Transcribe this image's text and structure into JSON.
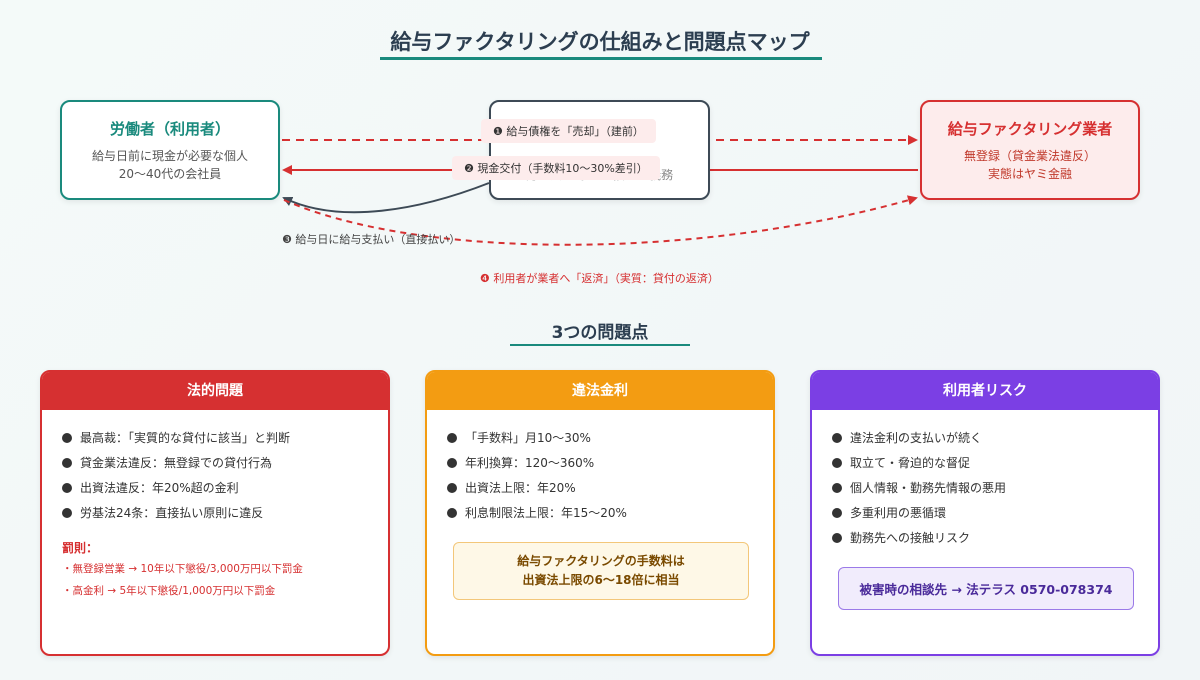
{
  "title": "給与ファクタリングの仕組みと問題点マップ",
  "flow": {
    "worker": {
      "title": "労働者（利用者）",
      "sub1": "給与日前に現金が必要な個人",
      "sub2": "20〜40代の会社員"
    },
    "company": {
      "sub": "労基法24条・直接払い義務"
    },
    "factor": {
      "title": "給与ファクタリング業者",
      "sub1": "無登録（貸金業法違反）",
      "sub2": "実態はヤミ金融"
    },
    "labels": {
      "step1": "❶ 給与債権を「売却」（建前）",
      "step2": "❷ 現金交付（手数料10〜30%差引）",
      "step3": "❸ 給与日に給与支払い（直接払い）",
      "step4": "❹ 利用者が業者へ「返済」（実質：貸付の返済）"
    },
    "colors": {
      "worker": "#1a8a7d",
      "company": "#3d4a56",
      "factor": "#d63031"
    }
  },
  "section_title": "3つの問題点",
  "cards": {
    "legal": {
      "header": "法的問題",
      "items": [
        "最高裁：「実質的な貸付に該当」と判断",
        "貸金業法違反：無登録での貸付行為",
        "出資法違反：年20%超の金利",
        "労基法24条：直接払い原則に違反"
      ],
      "penalty_title": "罰則：",
      "penalties": [
        "・無登録営業 → 10年以下懲役/3,000万円以下罰金",
        "・高金利 → 5年以下懲役/1,000万円以下罰金"
      ]
    },
    "rate": {
      "header": "違法金利",
      "items": [
        "「手数料」月10〜30%",
        "年利換算：120〜360%",
        "出資法上限：年20%",
        "利息制限法上限：年15〜20%"
      ],
      "note_line1": "給与ファクタリングの手数料は",
      "note_line2": "出資法上限の6〜18倍に相当"
    },
    "risk": {
      "header": "利用者リスク",
      "items": [
        "違法金利の支払いが続く",
        "取立て・脅迫的な督促",
        "個人情報・勤務先情報の悪用",
        "多重利用の悪循環",
        "勤務先への接触リスク"
      ],
      "consult": "被害時の相談先 → 法テラス 0570-078374"
    }
  }
}
